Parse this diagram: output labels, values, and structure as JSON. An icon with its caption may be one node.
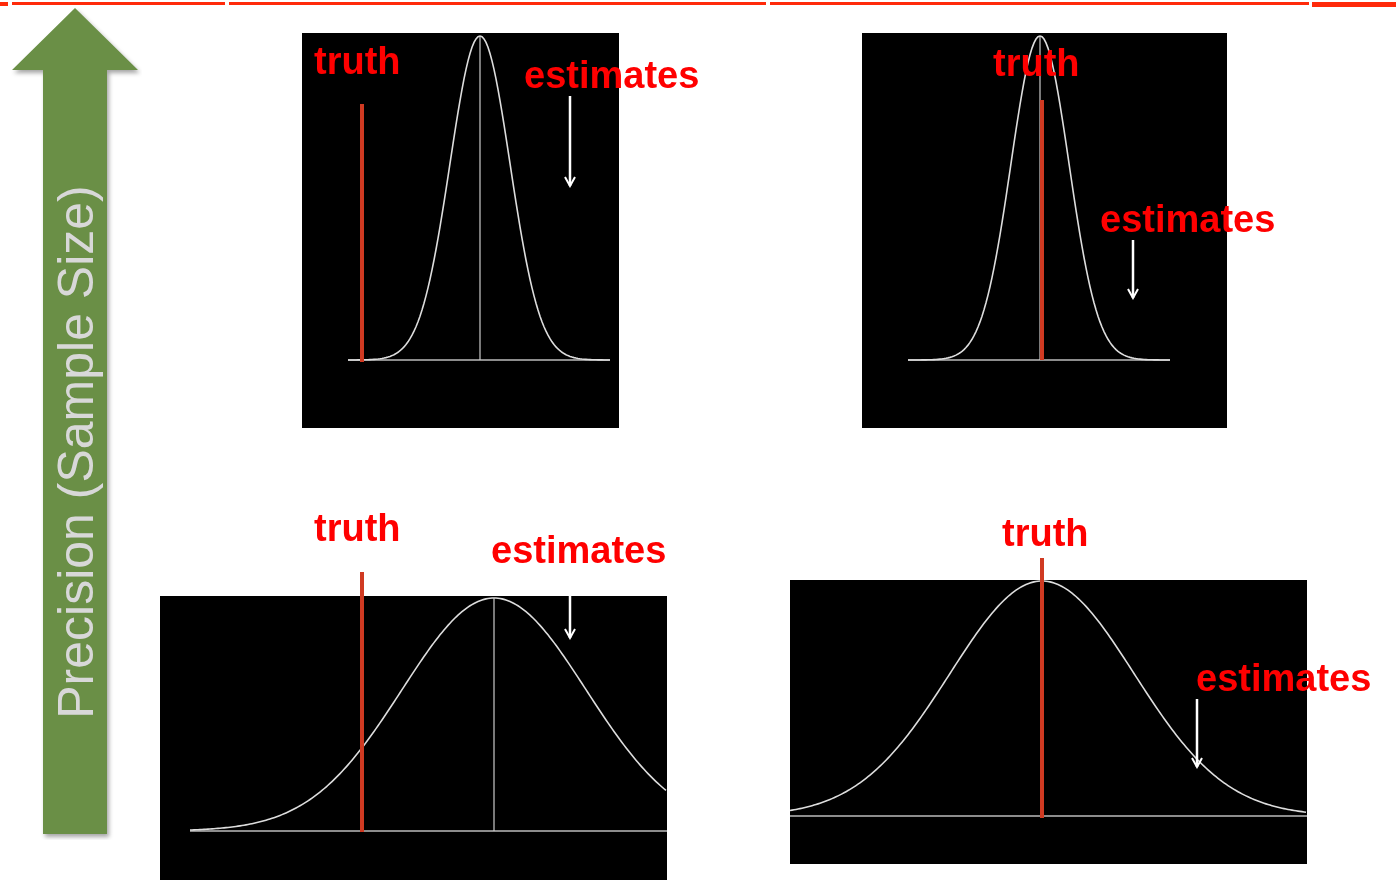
{
  "diagram": {
    "nodes": [
      {
        "text": [
          "Precision (Sample Size)"
        ]
      },
      {
        "text": [],
        "shape": "picture"
      },
      {
        "text": [],
        "shape": "curve",
        "in": 1
      },
      {
        "text": [
          "estimates"
        ]
      },
      {
        "text": [],
        "shape": "picture"
      },
      {
        "text": [],
        "shape": "curve",
        "in": 4
      },
      {
        "text": [
          "estimates"
        ]
      },
      {
        "text": [],
        "shape": "picture"
      },
      {
        "text": [],
        "shape": "curve",
        "in": 7
      },
      {
        "text": [
          "estimates"
        ]
      },
      {
        "text": [],
        "shape": "picture"
      },
      {
        "text": [],
        "shape": "curve",
        "in": 10
      },
      {
        "text": [
          "estimates"
        ]
      }
    ],
    "edges": [
      {
        "from": 3,
        "to": 2,
        "arrow": "to"
      },
      {
        "from": 6,
        "to": 5,
        "arrow": "to"
      },
      {
        "from": 9,
        "to": 8,
        "arrow": "to"
      },
      {
        "from": 12,
        "to": 11,
        "arrow": "to"
      }
    ],
    "labels": [
      "truth",
      "truth",
      "truth",
      "truth"
    ]
  }
}
